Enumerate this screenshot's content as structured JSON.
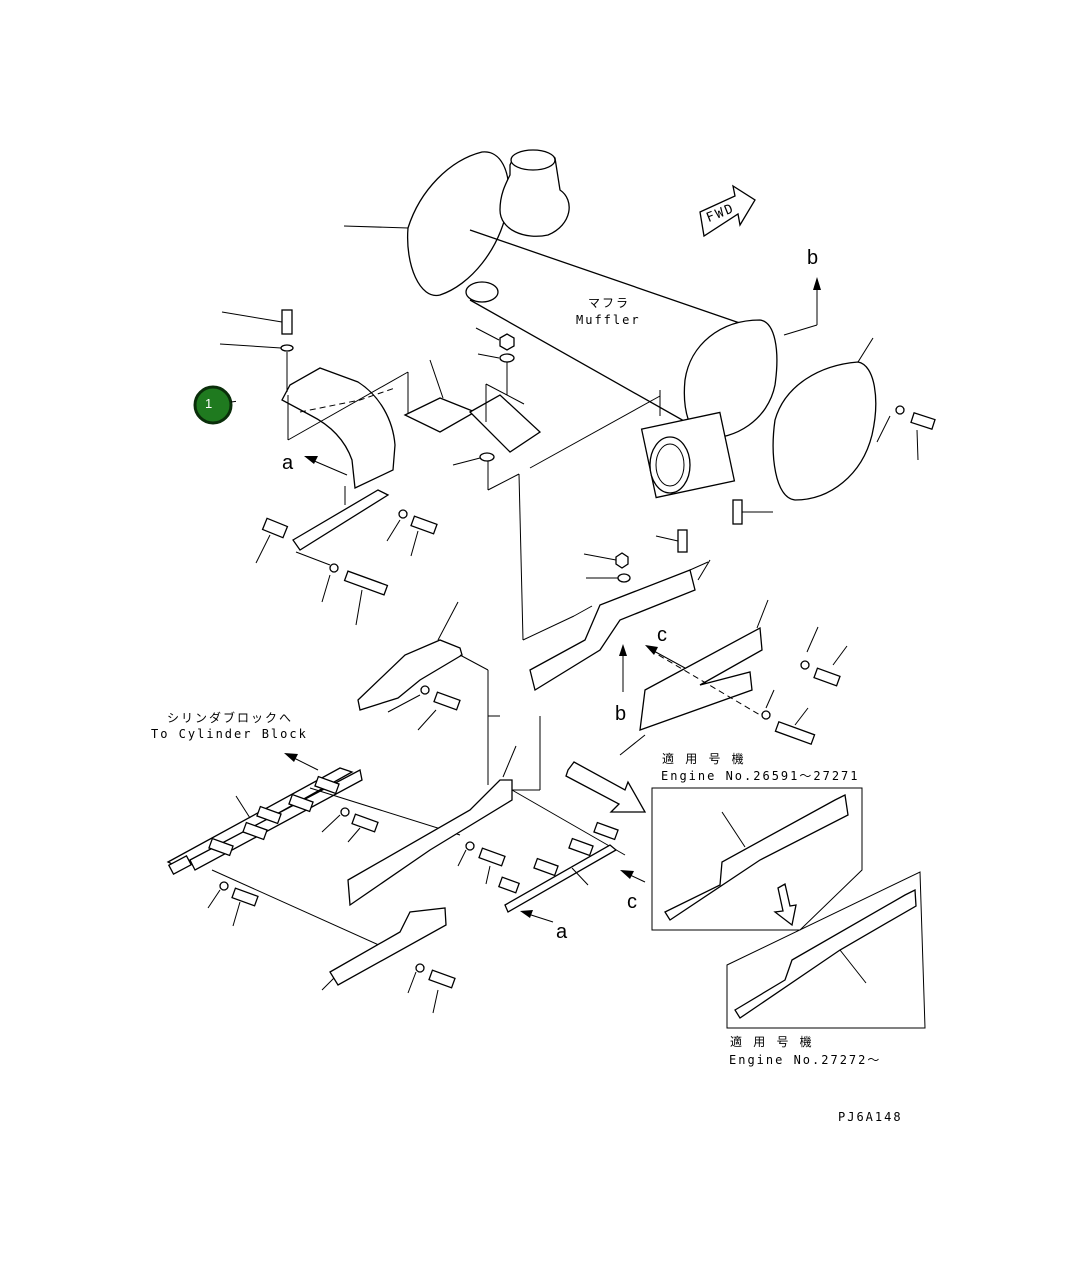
{
  "labels": {
    "muffler_jp": "マフラ",
    "muffler_en": "Muffler",
    "fwd": "FWD",
    "to_cylinder_jp": "シリンダブロックへ",
    "to_cylinder_en": "To Cylinder Block",
    "applicable_1_jp": "適 用 号 機",
    "applicable_1_en": "Engine No.26591～27271",
    "applicable_2_jp": "適 用 号 機",
    "applicable_2_en": "Engine No.27272～",
    "figure_code": "PJ6A148"
  },
  "refs": {
    "a": "a",
    "b": "b",
    "c": "c"
  },
  "callouts": [
    {
      "number": "1",
      "color": "#1f7a1f"
    }
  ]
}
